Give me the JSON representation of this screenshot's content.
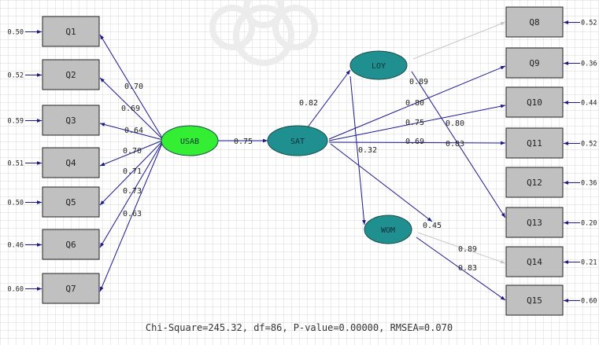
{
  "latent": {
    "USAB": {
      "label": "USAB",
      "color": "#33ee33"
    },
    "SAT": {
      "label": "SAT",
      "color": "#208f8f"
    },
    "LOY": {
      "label": "LOY",
      "color": "#208f8f"
    },
    "WOM": {
      "label": "WOM",
      "color": "#208f8f"
    }
  },
  "left_items": [
    {
      "label": "Q1",
      "error": "0.50",
      "loading": "0.70"
    },
    {
      "label": "Q2",
      "error": "0.52",
      "loading": "0.69"
    },
    {
      "label": "Q3",
      "error": "0.59",
      "loading": "0.64"
    },
    {
      "label": "Q4",
      "error": "0.51",
      "loading": "0.70"
    },
    {
      "label": "Q5",
      "error": "0.50",
      "loading": "0.71"
    },
    {
      "label": "Q6",
      "error": "0.46",
      "loading": "0.73"
    },
    {
      "label": "Q7",
      "error": "0.60",
      "loading": "0.63"
    }
  ],
  "right_items": [
    {
      "label": "Q8",
      "error": "0.52"
    },
    {
      "label": "Q9",
      "error": "0.36"
    },
    {
      "label": "Q10",
      "error": "0.44"
    },
    {
      "label": "Q11",
      "error": "0.52"
    },
    {
      "label": "Q12",
      "error": "0.36"
    },
    {
      "label": "Q13",
      "error": "0.20"
    },
    {
      "label": "Q14",
      "error": "0.21"
    },
    {
      "label": "Q15",
      "error": "0.60"
    }
  ],
  "structural": {
    "usab_sat": "0.75",
    "sat_loy": "0.82",
    "sat_wom": "0.45",
    "loy_wom": "0.32"
  },
  "sat_loadings": {
    "Q9": "0.80",
    "Q10": "0.75",
    "Q11": "0.69"
  },
  "loy_loadings": {
    "Q8": "0.89",
    "Q13": "0.80"
  },
  "wom_loadings": {
    "Q14": "0.89",
    "Q15": "0.83"
  },
  "extra_loading": "0.83",
  "fit": "Chi-Square=245.32, df=86, P-value=0.00000, RMSEA=0.070",
  "colors": {
    "box": "#c0c0c0",
    "arrow": "#1a1a8c",
    "faint_arrow": "#c8c8c8"
  }
}
